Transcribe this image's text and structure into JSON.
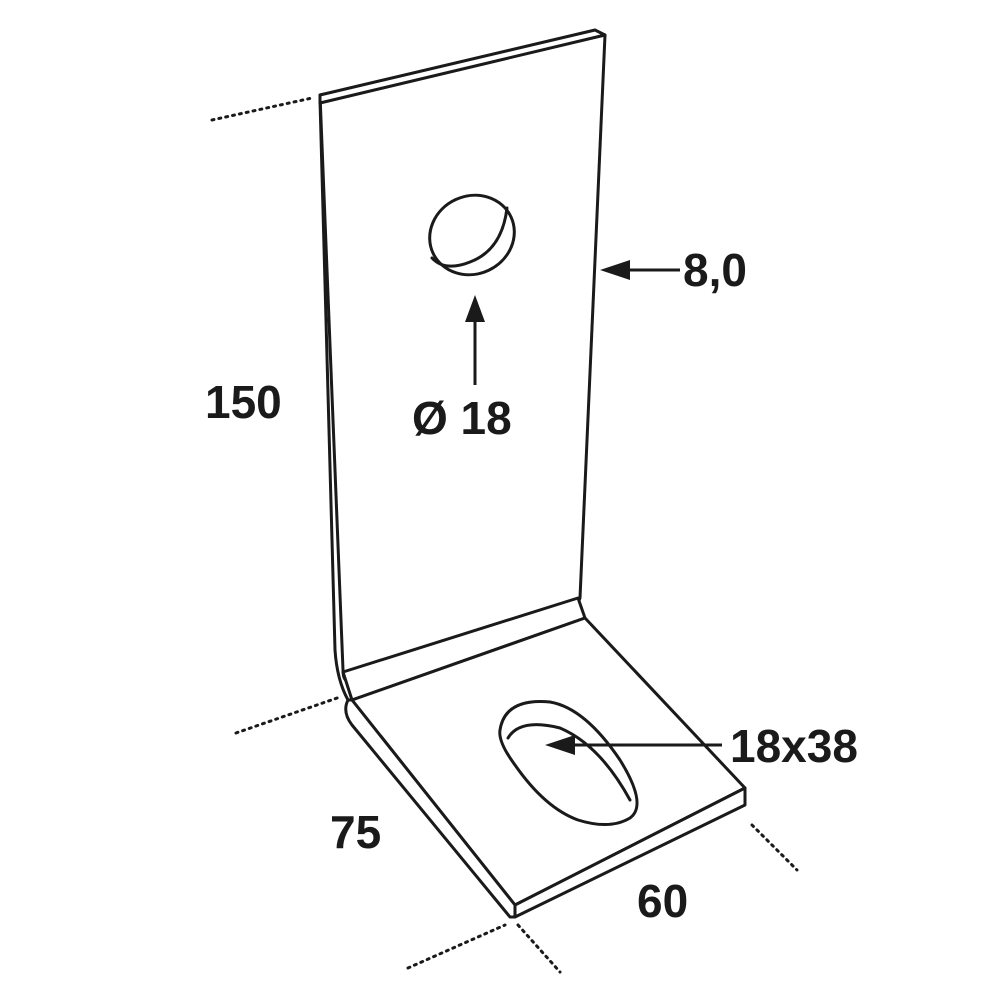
{
  "dimensions": {
    "height_label": "150",
    "thickness_label": "8,0",
    "hole_label": "Ø 18",
    "slot_label": "18x38",
    "depth_label": "75",
    "width_label": "60"
  }
}
